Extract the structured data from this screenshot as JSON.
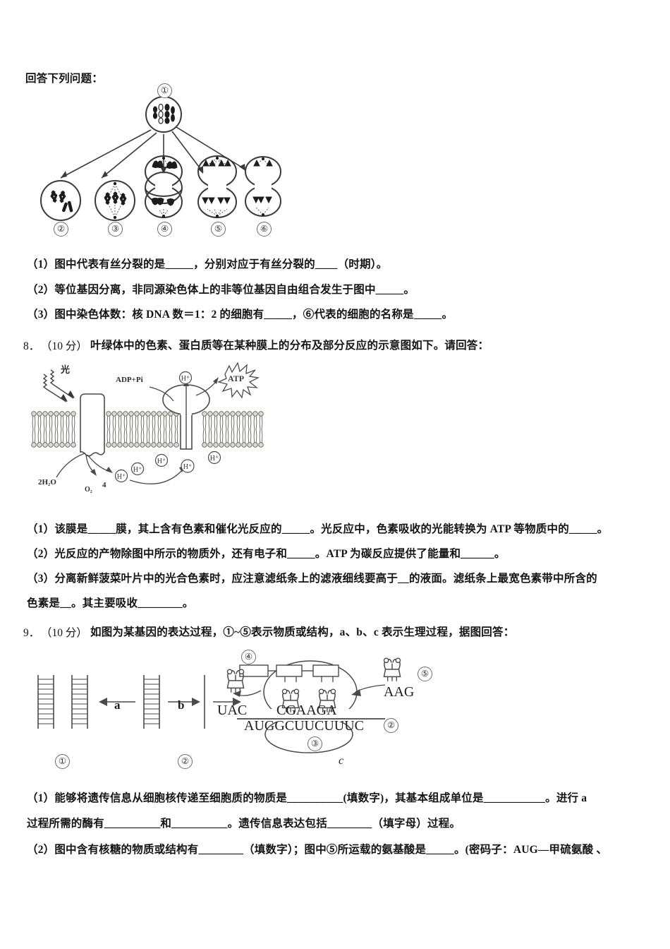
{
  "page": {
    "intro": "回答下列问题："
  },
  "figure_mitosis": {
    "name": "细胞分裂示意图",
    "labels": [
      "①",
      "②",
      "③",
      "④",
      "⑤",
      "⑥"
    ]
  },
  "question7": {
    "items": [
      "（1）图中代表有丝分裂的是_____，分别对应于有丝分裂的____（时期）。",
      "（2）等位基因分离，非同源染色体上的非等位基因自由组合发生于图中_____。",
      "（3）图中染色体数：核 DNA 数＝1：2 的细胞有_____，⑥代表的细胞的名称是_____。"
    ]
  },
  "question8": {
    "number": "8．",
    "score": "（10 分）",
    "stem": "叶绿体中的色素、蛋白质等在某种膜上的分布及部分反应的示意图如下。请回答：",
    "figure_labels": {
      "light": "光",
      "adp": "ADP+Pi",
      "atp": "ATP",
      "water": "2H₂O",
      "oxygen": "O₂",
      "proton_count": "4",
      "proton": "H⁺"
    },
    "items": [
      "（1）该膜是_____膜，其上含有色素和催化光反应的_____。光反应中，色素吸收的光能转换为 ATP 等物质中的_____。",
      "（2）光反应的产物除图中所示的物质外，还有电子和_____。ATP 为碳反应提供了能量和______。",
      "（3）分离新鲜菠菜叶片中的光合色素时，应注意滤纸条上的滤液细线要高于__的液面。滤纸条上最宽色素带中所含的",
      "色素是__。其主要吸收________。"
    ]
  },
  "question9": {
    "number": "9．",
    "score": "（10 分）",
    "stem": "如图为某基因的表达过程，①~⑤表示物质或结构，a、b、c 表示生理过程，据图回答：",
    "figure_labels": {
      "process_a": "a",
      "process_b": "b",
      "process_c": "c",
      "num1": "①",
      "num2": "②",
      "num3": "③",
      "num4": "④",
      "num5": "⑤",
      "anticodon_left": "UAC",
      "anticodon_right": "AAG",
      "peptide_codons": "CGAAGA",
      "mrna_sequence": "AUGGCUUCUUUC"
    },
    "items": [
      "（1）能够将遗传信息从细胞核传递至细胞质的物质是__________(填数字)，其基本组成单位是___________。进行 a",
      "过程所需的酶有__________和__________。遗传信息表达包括________（填字母）过程。",
      "（2）图中含有核糖的物质或结构有________（填数字）；图中⑤所运载的氨基酸是_____。(密码子：AUG—甲硫氨酸 、"
    ]
  }
}
